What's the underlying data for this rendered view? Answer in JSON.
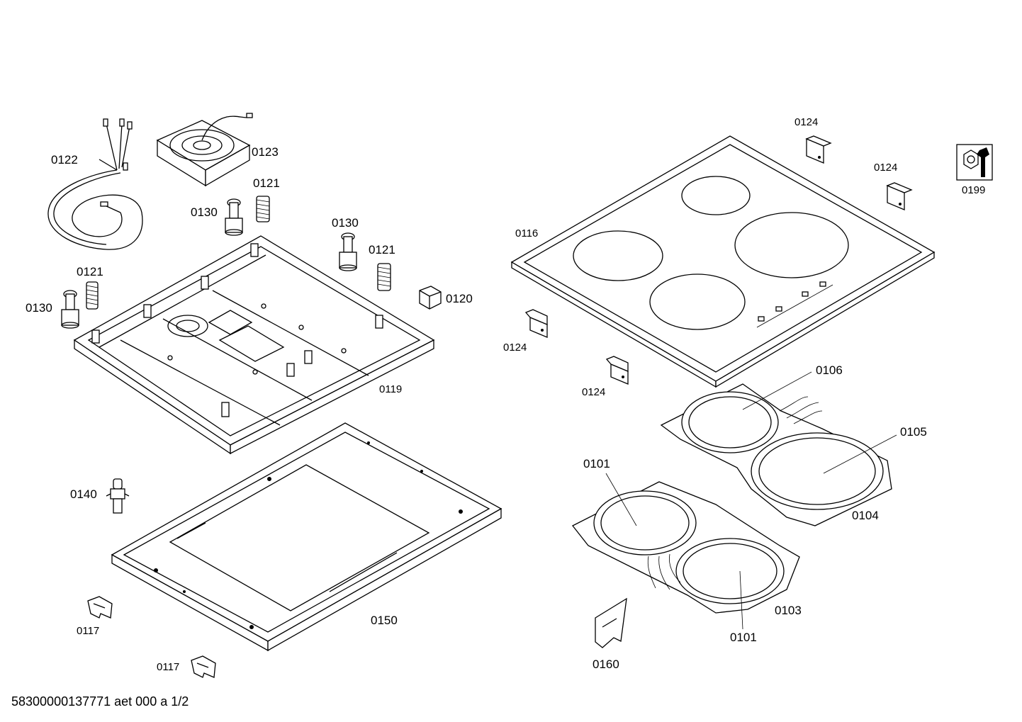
{
  "labels": {
    "p0122": "0122",
    "p0123": "0123",
    "p0121a": "0121",
    "p0130a": "0130",
    "p0130b": "0130",
    "p0121b": "0121",
    "p0121c": "0121",
    "p0130c": "0130",
    "p0120": "0120",
    "p0119": "0119",
    "p0140": "0140",
    "p0117a": "0117",
    "p0117b": "0117",
    "p0150": "0150",
    "p0124a": "0124",
    "p0124b": "0124",
    "p0124c": "0124",
    "p0124d": "0124",
    "p0116": "0116",
    "p0199": "0199",
    "p0106": "0106",
    "p0105": "0105",
    "p0104": "0104",
    "p0101a": "0101",
    "p0101b": "0101",
    "p0103": "0103",
    "p0160": "0160"
  },
  "footer": "58300000137771 aet 000 a 1/2"
}
